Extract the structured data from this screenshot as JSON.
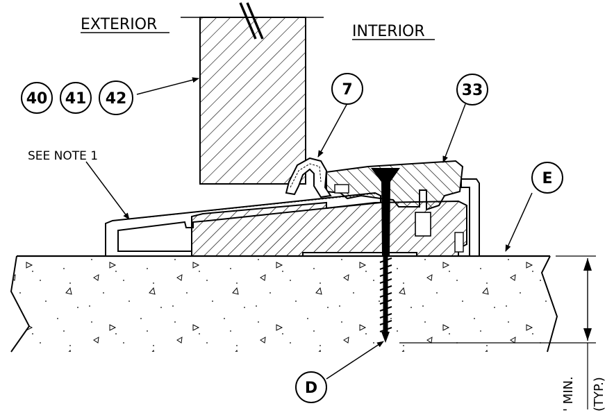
{
  "labels": {
    "exterior": "EXTERIOR",
    "interior": "INTERIOR",
    "see_note": "SEE NOTE 1",
    "dimension_min": "' MIN.",
    "dimension_typ": "(TYP.)"
  },
  "callouts": {
    "c40": "40",
    "c41": "41",
    "c42": "42",
    "c7": "7",
    "c33": "33",
    "cE": "E",
    "cD": "D"
  }
}
